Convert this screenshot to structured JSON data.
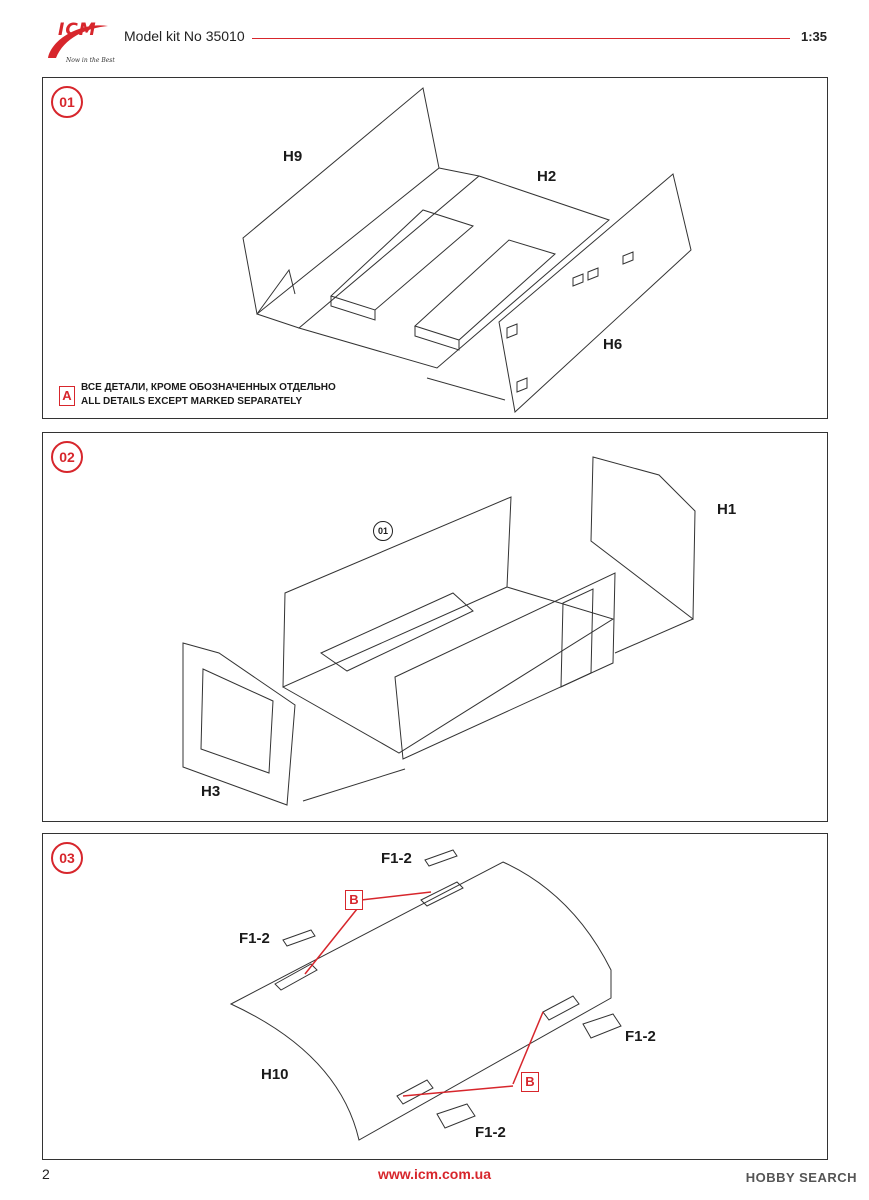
{
  "header": {
    "brand": "ICM",
    "slogan": "Now in the Best",
    "kit_title": "Model kit No 35010",
    "scale": "1:35"
  },
  "steps": [
    {
      "number": "01",
      "parts": {
        "h9": "H9",
        "h2": "H2",
        "h6": "H6"
      },
      "note": {
        "letter": "A",
        "line1": "ВСЕ ДЕТАЛИ, КРОМЕ ОБОЗНАЧЕННЫХ ОТДЕЛЬНО",
        "line2": "ALL DETAILS EXCEPT MARKED SEPARATELY"
      }
    },
    {
      "number": "02",
      "ref_step": "01",
      "parts": {
        "h1": "H1",
        "h3": "H3"
      }
    },
    {
      "number": "03",
      "parts": {
        "h10": "H10",
        "f1": "F1-2",
        "f2": "F1-2",
        "f3": "F1-2",
        "f4": "F1-2"
      },
      "callouts": {
        "b_top": "B",
        "b_bottom": "B"
      }
    }
  ],
  "footer": {
    "page": "2",
    "website": "www.icm.com.ua",
    "watermark": "HOBBY SEARCH"
  },
  "colors": {
    "accent": "#d7262c",
    "line": "#333333"
  }
}
